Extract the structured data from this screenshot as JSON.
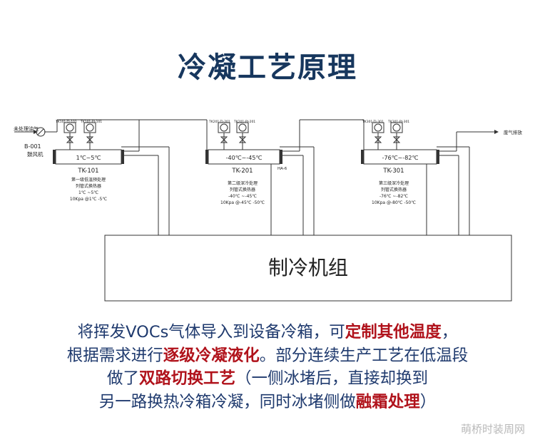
{
  "title": "冷凝工艺原理",
  "diagram": {
    "inlet_label": "未处理油气",
    "blower_tag": "B-001",
    "blower_label": "鼓风机",
    "outlet_label": "废气排放",
    "ha_label": "HA-6",
    "refrigeration_unit": "制冷机组",
    "stages": [
      {
        "instrument_ti": "TK101-TI-101",
        "instrument_pi": "TK101-PI-101",
        "box_temp": "1℃~5℃",
        "tag": "TK-101",
        "line1": "第一级低温预处理",
        "line2": "列管式换热器",
        "line3": "1℃ ~5℃",
        "line4": "10Kpa @1℃ -5℃"
      },
      {
        "instrument_ti": "TK201-TI-201",
        "instrument_pi": "TK201-PI-201",
        "box_temp": "-40℃~-45℃",
        "tag": "TK-201",
        "line1": "第二级深冷处理",
        "line2": "列管式换热器",
        "line3": "-40℃ ~-45℃",
        "line4": "10Kpa @-45℃ -50℃"
      },
      {
        "instrument_ti": "TK301-TI-301",
        "instrument_pi": "TK301-PI-301",
        "box_temp": "-76℃~-82℃",
        "tag": "TK-301",
        "line1": "第三级深冷处理",
        "line2": "列管式换热器",
        "line3": "-76℃ ~-82℃",
        "line4": "10Kpa @-80℃ -50℃"
      }
    ]
  },
  "description": {
    "l1_a": "将挥发VOCs气体导入到设备冷箱，可",
    "l1_hl": "定制其他温度",
    "l1_b": "，",
    "l2_a": "根据需求进行",
    "l2_hl": "逐级冷凝液化",
    "l2_b": "。部分连续生产工艺在低温段",
    "l3_a": "做了",
    "l3_hl": "双路切换工艺",
    "l3_b": "（一侧冰堵后，直接却换到",
    "l4_a": "另一路换热冷箱冷凝，同时冰堵侧做",
    "l4_hl": "融霜处理",
    "l4_b": "）"
  },
  "watermark": "萌桥时装周网",
  "colors": {
    "title": "#17375e",
    "text": "#1f3a6e",
    "highlight": "#b0121b",
    "line": "#333333"
  }
}
